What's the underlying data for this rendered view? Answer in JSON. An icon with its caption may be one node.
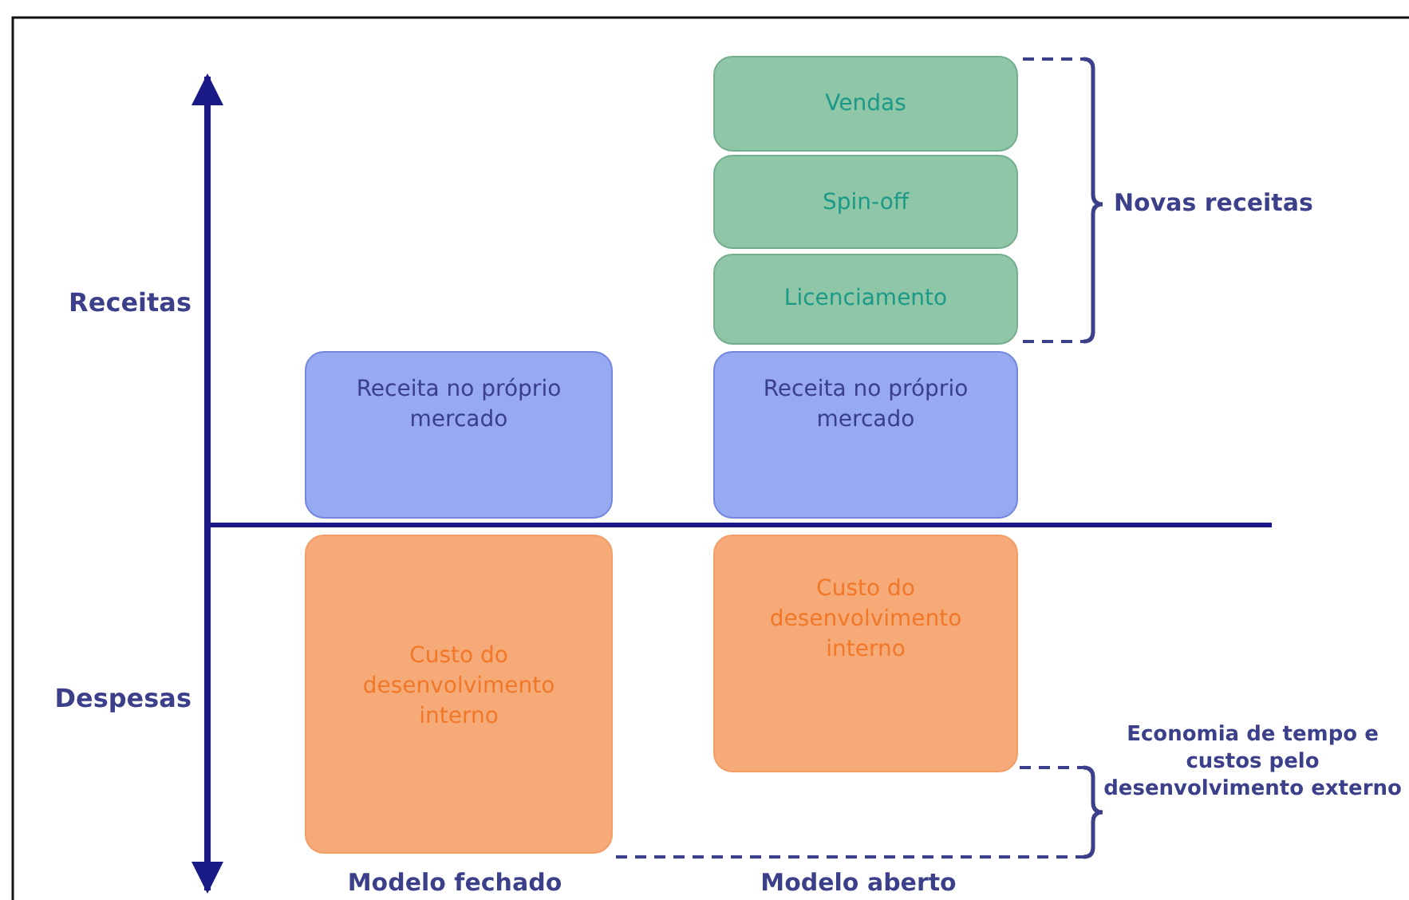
{
  "diagram": {
    "nodes": [
      {
        "text": [
          "Vendas"
        ]
      },
      {
        "text": [
          "Spin-off"
        ]
      },
      {
        "text": [
          "Licenciamento"
        ]
      },
      {
        "text": [
          "Receita no próprio mercado"
        ]
      },
      {
        "text": [
          "Receita no próprio mercado"
        ]
      },
      {
        "text": [
          "Custo do desenvolvimento interno"
        ]
      },
      {
        "text": [
          "Custo do desenvolvimento interno"
        ]
      }
    ],
    "labels": [
      "Novas receitas",
      "Receitas",
      "Despesas",
      "Economia de tempo e custos pelo desenvolvimento externo",
      "Modelo fechado",
      "Modelo aberto"
    ]
  }
}
